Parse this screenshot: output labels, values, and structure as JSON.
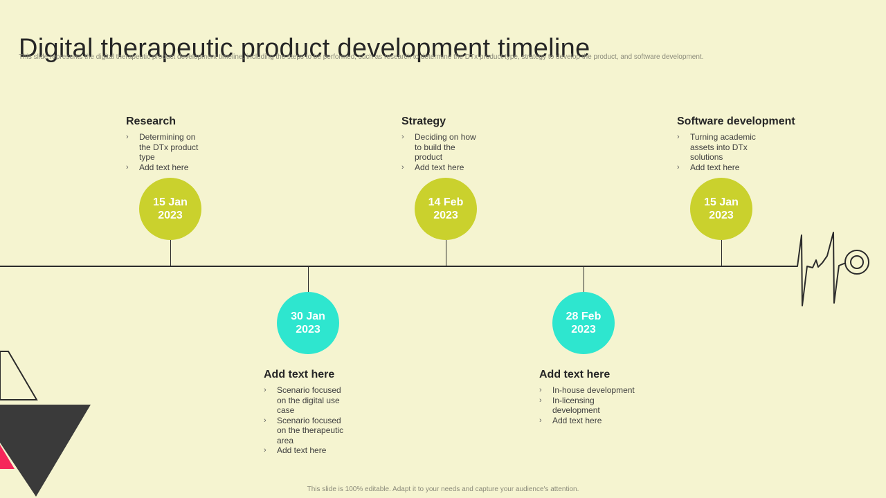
{
  "title": "Digital therapeutic product development timeline",
  "subtitle": "This slide represents the digital therapeutic product development timeline,  including the steps to be performed, such as research to determine the DTx product type, strategy to develop the product, and software development.",
  "footer": "This slide is 100% editable. Adapt it to your needs and capture your audience's attention.",
  "colors": {
    "top_circle": "#cad12d",
    "bottom_circle": "#2ee6cf",
    "background": "#f5f4d0",
    "axis": "#2b2b2b",
    "accent_red": "#f5275a",
    "dark_triangle": "#3a3a3a"
  },
  "milestones": [
    {
      "position": "top",
      "date": "15 Jan 2023",
      "heading": "Research",
      "bullets": [
        "Determining on the DTx product type",
        "Add text here"
      ]
    },
    {
      "position": "bottom",
      "date": "30 Jan 2023",
      "heading": "Add text here",
      "bullets": [
        "Scenario focused on the digital use case",
        "Scenario focused on the therapeutic area",
        "Add text here"
      ]
    },
    {
      "position": "top",
      "date": "14 Feb 2023",
      "heading": "Strategy",
      "bullets": [
        "Deciding on how to build the product",
        "Add text here"
      ]
    },
    {
      "position": "bottom",
      "date": "28 Feb 2023",
      "heading": "Add text here",
      "bullets": [
        "In-house development",
        "In-licensing development",
        "Add text here"
      ]
    },
    {
      "position": "top",
      "date": "15 Jan 2023",
      "heading": "Software development",
      "bullets": [
        "Turning academic assets into DTx solutions",
        "Add text here"
      ]
    }
  ],
  "icons": {
    "end_marker": "heartbeat-line-icon",
    "target": "target-ring-icon"
  }
}
